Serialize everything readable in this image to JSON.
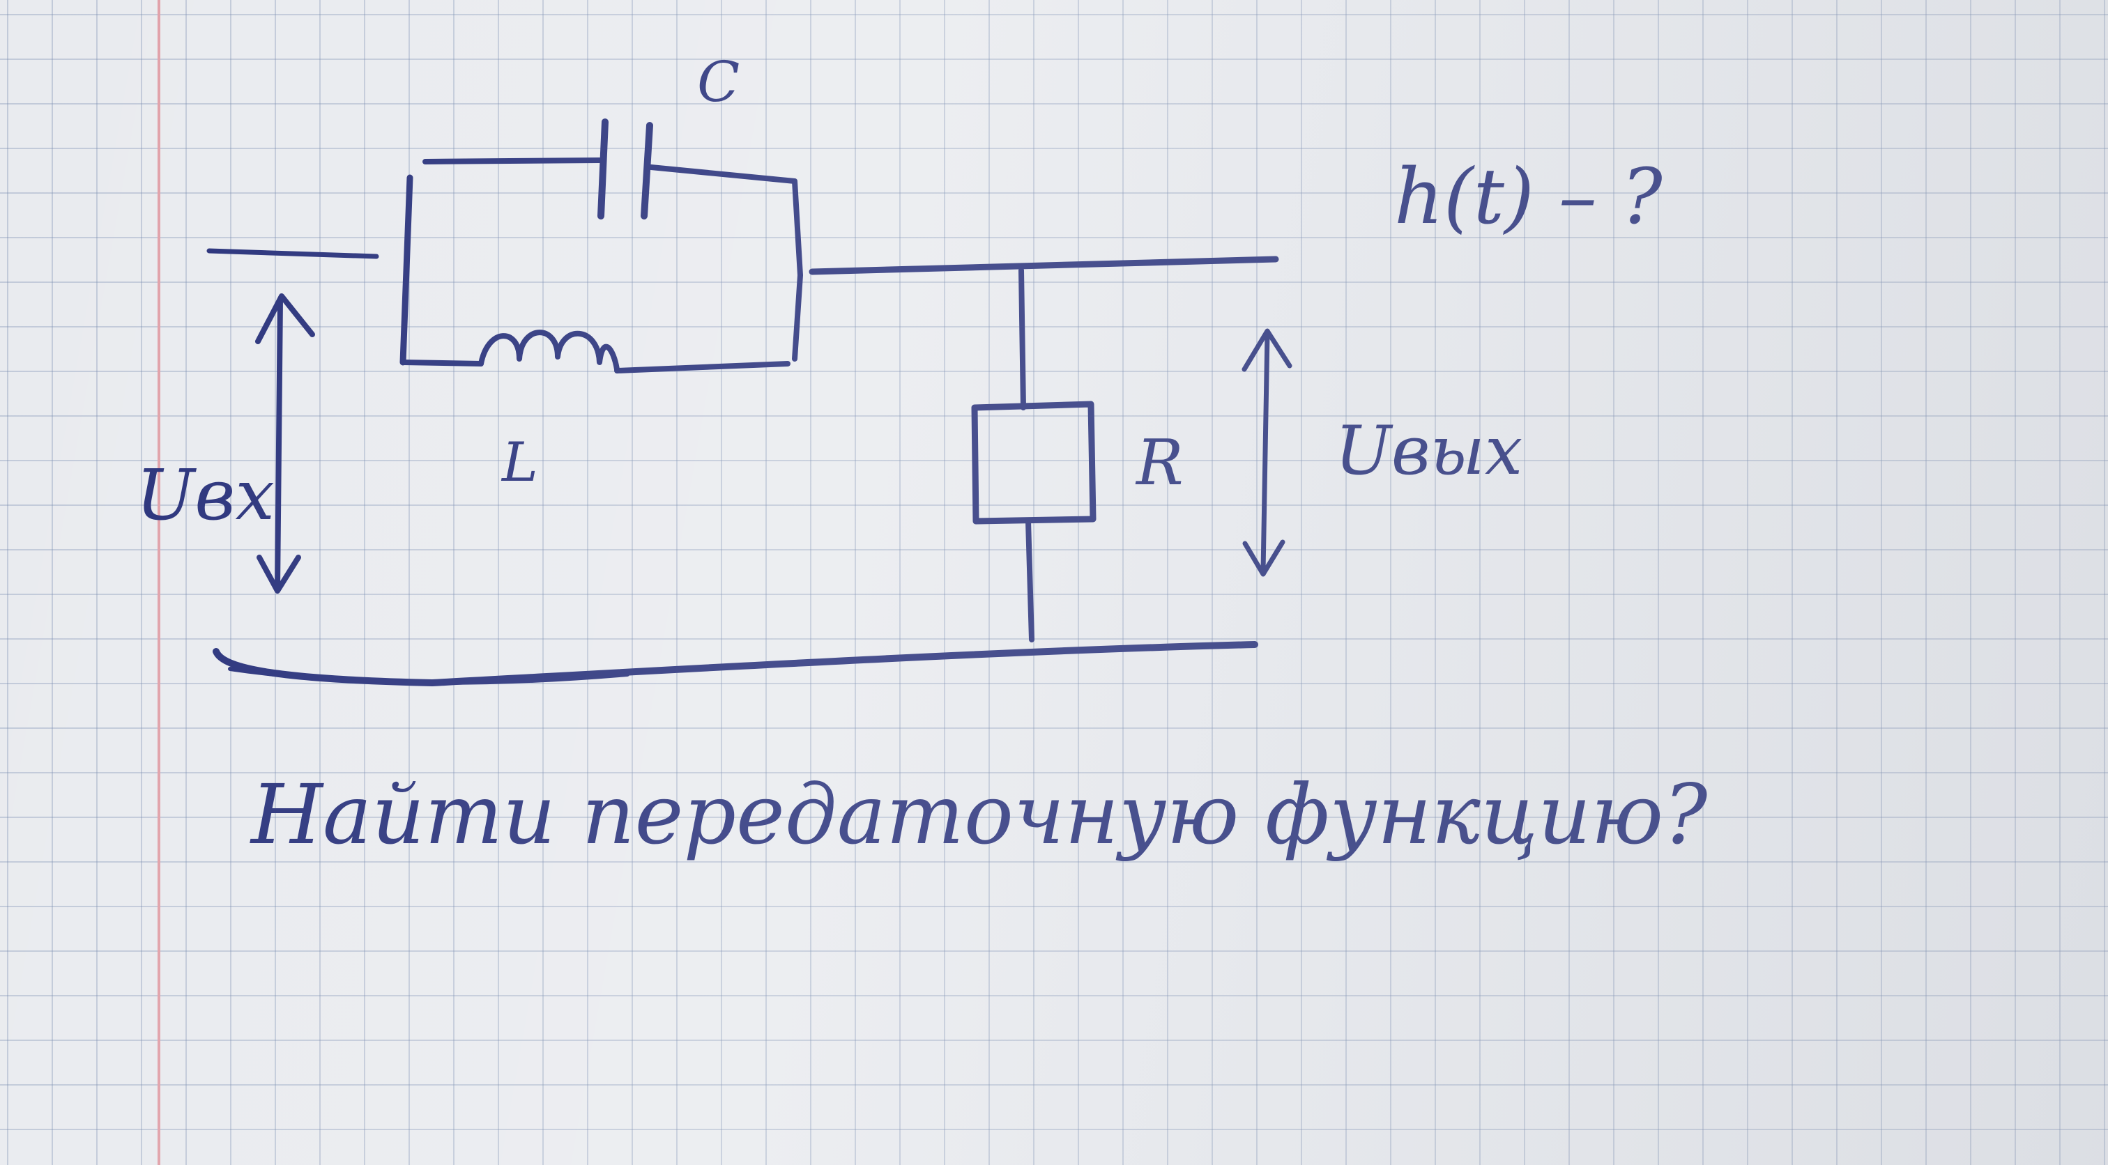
{
  "ink_color": "#27307a",
  "margin_color": "#e0a0a8",
  "labels": {
    "capacitor": "C",
    "inductor": "L",
    "resistor": "R",
    "input_voltage": "Uвх",
    "output_voltage": "Uвых",
    "unknown": "h(t) – ?"
  },
  "task_text": "Найти передаточную функцию?"
}
